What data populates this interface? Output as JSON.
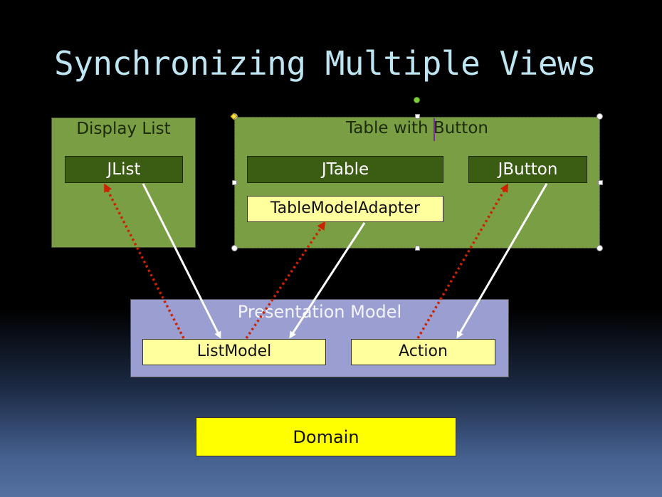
{
  "slide": {
    "title": "Synchronizing Multiple Views"
  },
  "display_list": {
    "label": "Display List",
    "jlist": "JList"
  },
  "table_with_button": {
    "label": "Table with Button",
    "jtable": "JTable",
    "jbutton": "JButton",
    "adapter": "TableModelAdapter"
  },
  "presentation_model": {
    "label": "Presentation Model",
    "list_model": "ListModel",
    "action": "Action"
  },
  "domain": {
    "label": "Domain"
  },
  "colors": {
    "title": "#bde6f2",
    "panel_green": "#7a9e43",
    "component_dark_green": "#3b5d13",
    "adapter_yellow": "#ffff9e",
    "presentation_purple": "#9a9ed0",
    "domain_yellow": "#ffff00",
    "arrow_solid": "#ffffff",
    "arrow_dotted": "#cc2200"
  }
}
